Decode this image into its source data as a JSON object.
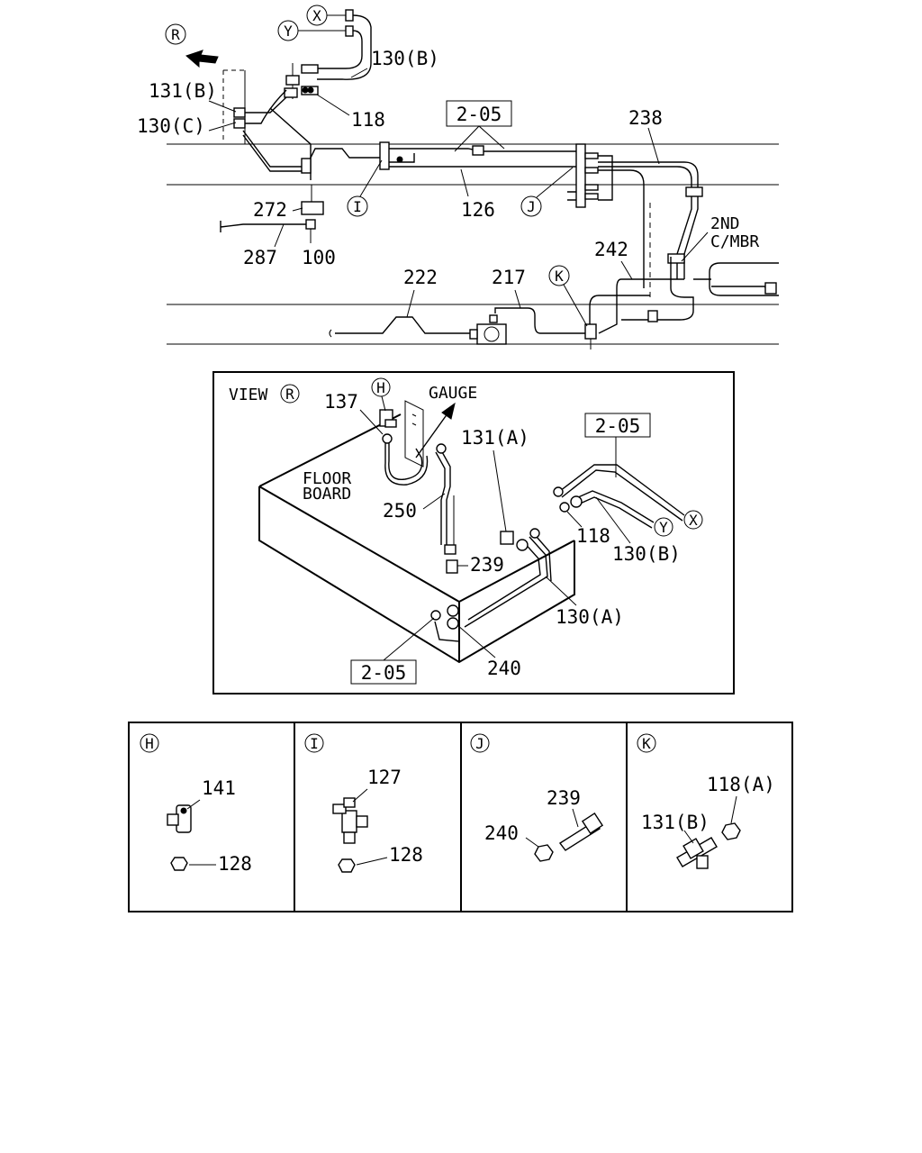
{
  "top": {
    "markers": {
      "r": "R",
      "x": "X",
      "y": "Y",
      "i": "I",
      "j": "J",
      "k": "K"
    },
    "labels": {
      "p130b": "130(B)",
      "p131b": "131(B)",
      "p130c": "130(C)",
      "p118": "118",
      "ref205": "2-05",
      "p238": "238",
      "p126": "126",
      "p272": "272",
      "p287": "287",
      "p100": "100",
      "p2nd": "2ND",
      "pcmbr": "C/MBR",
      "p242": "242",
      "p222": "222",
      "p217": "217"
    }
  },
  "view": {
    "title": "VIEW",
    "marker_r": "R",
    "marker_h": "H",
    "marker_x": "X",
    "marker_y": "Y",
    "labels": {
      "p137": "137",
      "gauge": "GAUGE",
      "p131a": "131(A)",
      "ref205a": "2-05",
      "floor": "FLOOR",
      "board": "BOARD",
      "p250": "250",
      "p118": "118",
      "p130b": "130(B)",
      "p239": "239",
      "p130a": "130(A)",
      "ref205b": "2-05",
      "p240": "240"
    }
  },
  "details": [
    {
      "marker": "H",
      "labels": [
        "141",
        "128"
      ]
    },
    {
      "marker": "I",
      "labels": [
        "127",
        "128"
      ]
    },
    {
      "marker": "J",
      "labels": [
        "239",
        "240"
      ]
    },
    {
      "marker": "K",
      "labels": [
        "118(A)",
        "131(B)"
      ]
    }
  ]
}
